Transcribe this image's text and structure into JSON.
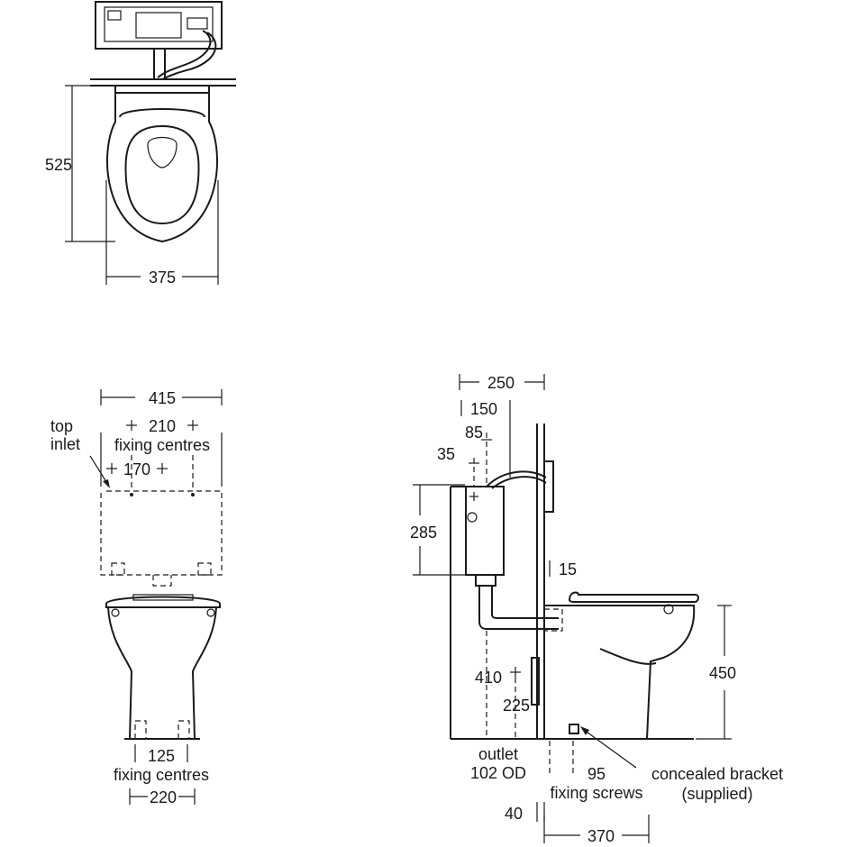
{
  "plan_view": {
    "depth": "525",
    "width": "375"
  },
  "front_view": {
    "cistern_width": "415",
    "fixing_centres_value": "210",
    "fixing_centres_label": "fixing centres",
    "inlet_label_line1": "top",
    "inlet_label_line2": "inlet",
    "inlet_spacing": "170",
    "pan_fixing_value": "125",
    "pan_fixing_label": "fixing centres",
    "base_width": "220"
  },
  "side_view": {
    "dim_250": "250",
    "dim_150": "150",
    "dim_85": "85",
    "dim_35": "35",
    "dim_285": "285",
    "dim_15": "15",
    "dim_450": "450",
    "dim_410": "410",
    "dim_225": "225",
    "outlet_line1": "outlet",
    "outlet_line2": "102 OD",
    "dim_95": "95",
    "fixing_screws": "fixing screws",
    "bracket_line1": "concealed bracket",
    "bracket_line2": "(supplied)",
    "dim_40": "40",
    "dim_370": "370"
  }
}
